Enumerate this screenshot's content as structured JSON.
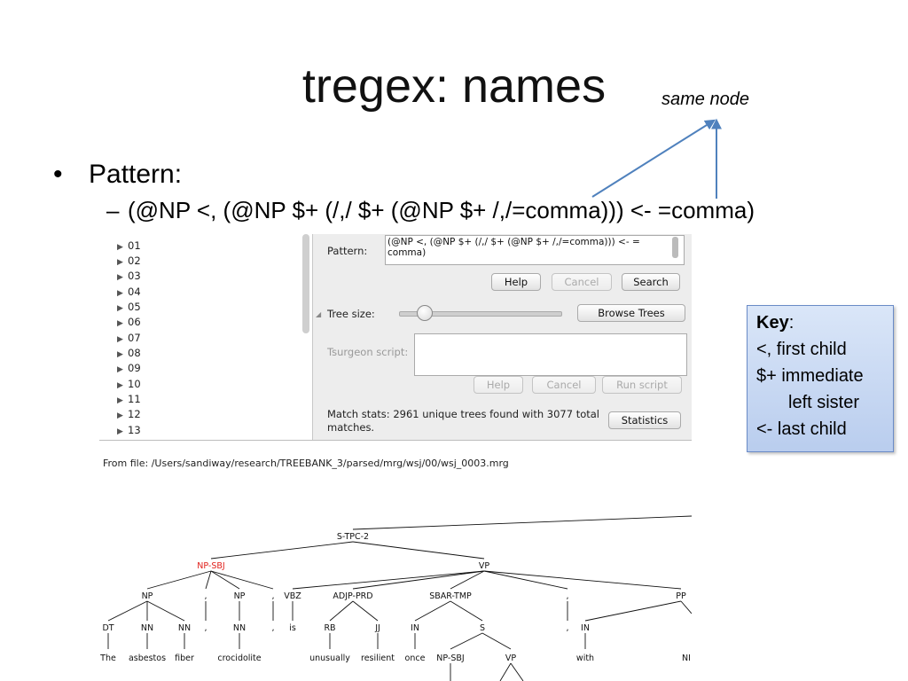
{
  "slide": {
    "title": "tregex: names",
    "annotation": "same node",
    "bullet": "Pattern:",
    "bullet_dot": "•",
    "sub_dash": "–",
    "pattern_line": "(@NP <, (@NP $+ (/,/ $+ (@NP $+ /,/=comma))) <- =comma)",
    "arrow_color": "#4f81bd"
  },
  "tregex": {
    "tree_list": [
      "01",
      "02",
      "03",
      "04",
      "05",
      "06",
      "07",
      "08",
      "09",
      "10",
      "11",
      "12",
      "13"
    ],
    "pattern_label": "Pattern:",
    "pattern_value": "(@NP <, (@NP $+ (/,/ $+ (@NP $+ /,/=comma))) <- = comma)",
    "buttons": {
      "help": "Help",
      "cancel": "Cancel",
      "search": "Search",
      "browse_trees": "Browse Trees",
      "help2": "Help",
      "cancel2": "Cancel",
      "run_script": "Run script",
      "statistics": "Statistics"
    },
    "tree_size_label": "Tree size:",
    "tsurgeon_label": "Tsurgeon script:",
    "match_stats": "Match stats: 2961 unique trees found with 3077 total",
    "match_stats_line2": "matches.",
    "from_file": "From file: /Users/sandiway/research/TREEBANK_3/parsed/mrg/wsj/00/wsj_0003.mrg",
    "tree_size_level": 0.18
  },
  "key": {
    "title": "Key",
    "title_suffix": ":",
    "lines": [
      "<, first child",
      "$+ immediate",
      "left sister",
      "<-  last child"
    ],
    "background": "#c6d6f2",
    "border": "#6a8bc7"
  },
  "parse_tree": {
    "highlight_color": "#e0201b",
    "root_label": "S-TPC-2",
    "nodes": {
      "np_sbj": "NP-SBJ",
      "vp": "VP",
      "np1": "NP",
      "comma1": ",",
      "np2": "NP",
      "comma2": ",",
      "vbz": "VBZ",
      "adjp": "ADJP-PRD",
      "sbar": "SBAR-TMP",
      "comma3": ",",
      "pp": "PP",
      "dt": "DT",
      "nn1": "NN",
      "nn2": "NN",
      "comma1b": ",",
      "nn3": "NN",
      "comma2b": ",",
      "is": "is",
      "rb": "RB",
      "jj": "JJ",
      "in1": "IN",
      "s": "S",
      "comma3b": ",",
      "in2": "IN",
      "np_sbj2": "NP-SBJ",
      "vp2": "VP",
      "np_trunc": "NI"
    },
    "words": {
      "the": "The",
      "asbestos": "asbestos",
      "fiber": "fiber",
      "crocidolite": "crocidolite",
      "unusually": "unusually",
      "resilient": "resilient",
      "once": "once",
      "with": "with"
    }
  }
}
